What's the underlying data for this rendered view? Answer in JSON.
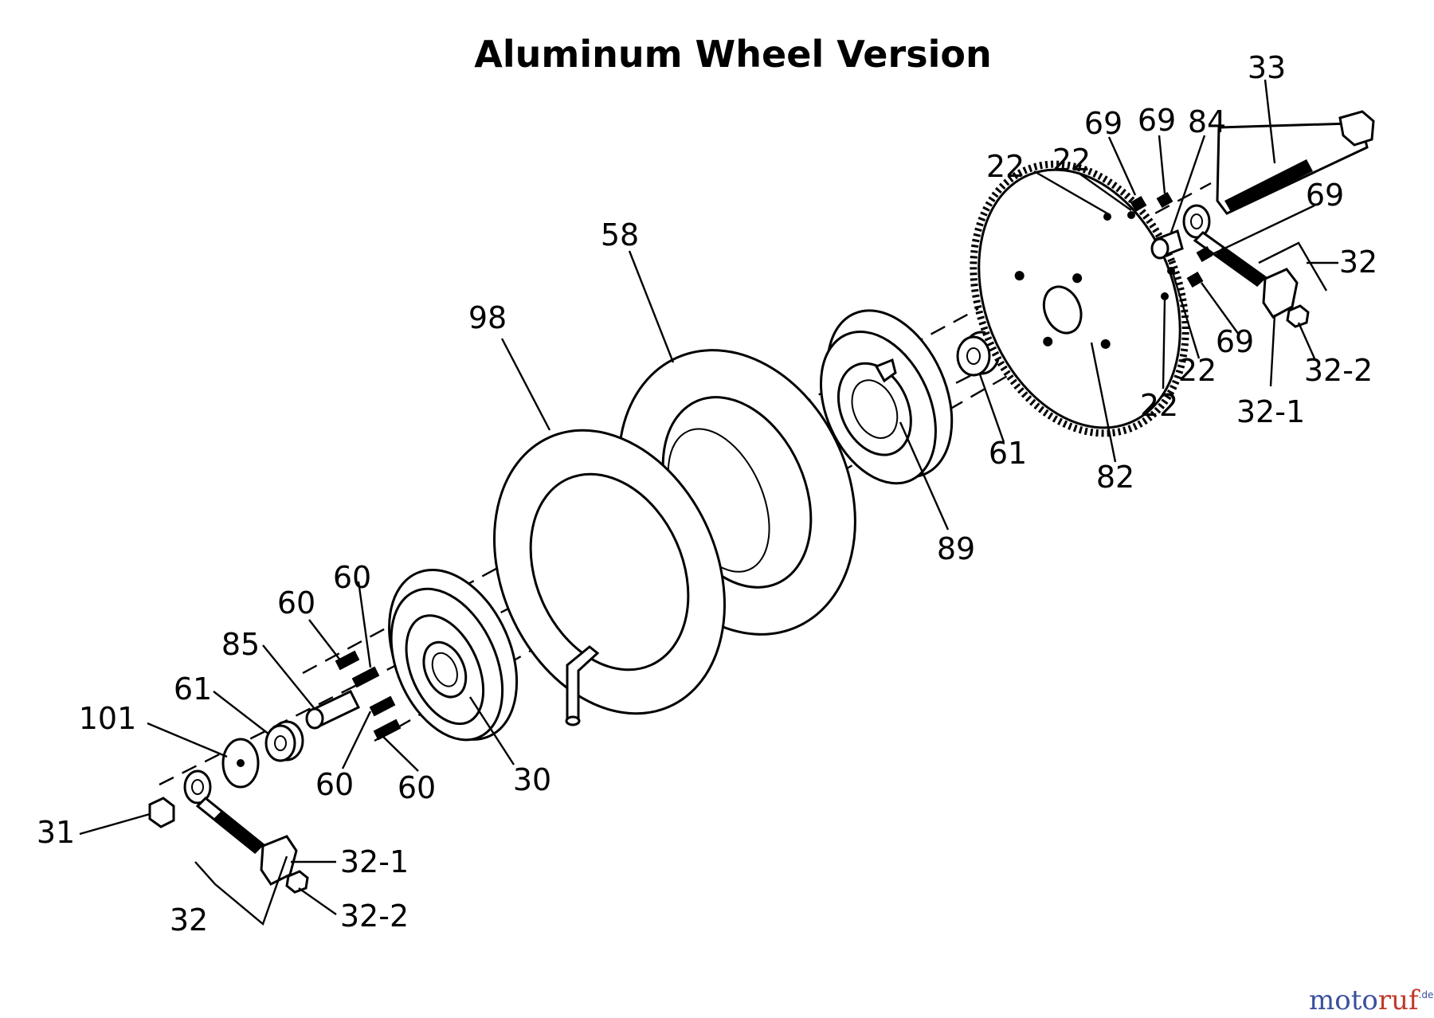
{
  "title": "Aluminum Wheel Version",
  "callouts": {
    "p33": "33",
    "p69a": "69",
    "p69b": "69",
    "p84": "84",
    "p22a": "22",
    "p22b": "22",
    "p69c": "69",
    "p32r": "32",
    "p58": "58",
    "p98": "98",
    "p69d": "69",
    "p22c": "22",
    "p32_2r": "32-2",
    "p22d": "22",
    "p61r": "61",
    "p32_1r": "32-1",
    "p82": "82",
    "p89": "89",
    "p60a": "60",
    "p60b": "60",
    "p85": "85",
    "p61l": "61",
    "p101": "101",
    "p60c": "60",
    "p60d": "60",
    "p30": "30",
    "p31": "31",
    "p32_1l": "32-1",
    "p32_2l": "32-2",
    "p32l": "32"
  },
  "watermark": {
    "part1": "moto",
    "part2": "ruf",
    "suffix": ".de"
  }
}
